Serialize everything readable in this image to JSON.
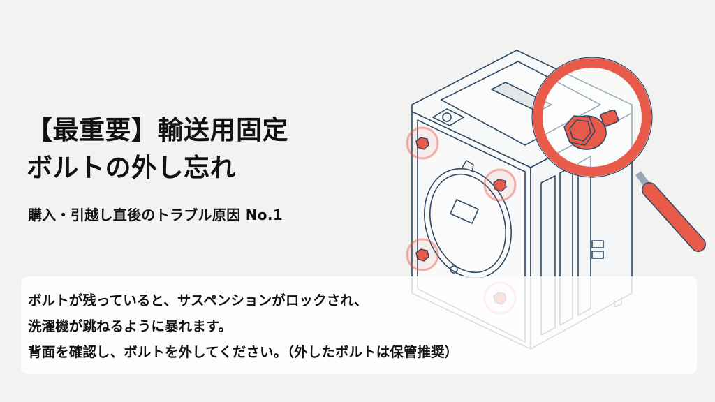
{
  "slide": {
    "title_line1": "【最重要】輸送用固定",
    "title_line2": "ボルトの外し忘れ",
    "subtitle": "購入・引越し直後のトラブル原因 No.1",
    "body_lines": [
      "ボルトが残っていると、サスペンションがロックされ、",
      "洗濯機が跳ねるように暴れます。",
      "背面を確認し、ボルトを外してください。（外したボルトは保管推奨）"
    ]
  },
  "illustration": {
    "subject": "washing-machine-rear-view",
    "highlight": "magnifying-glass-on-bolt",
    "bolt_count": 4
  },
  "colors": {
    "background": "#f2f2f0",
    "accent": "#e85a4a",
    "line": "#2c4a66",
    "text": "#111111"
  }
}
